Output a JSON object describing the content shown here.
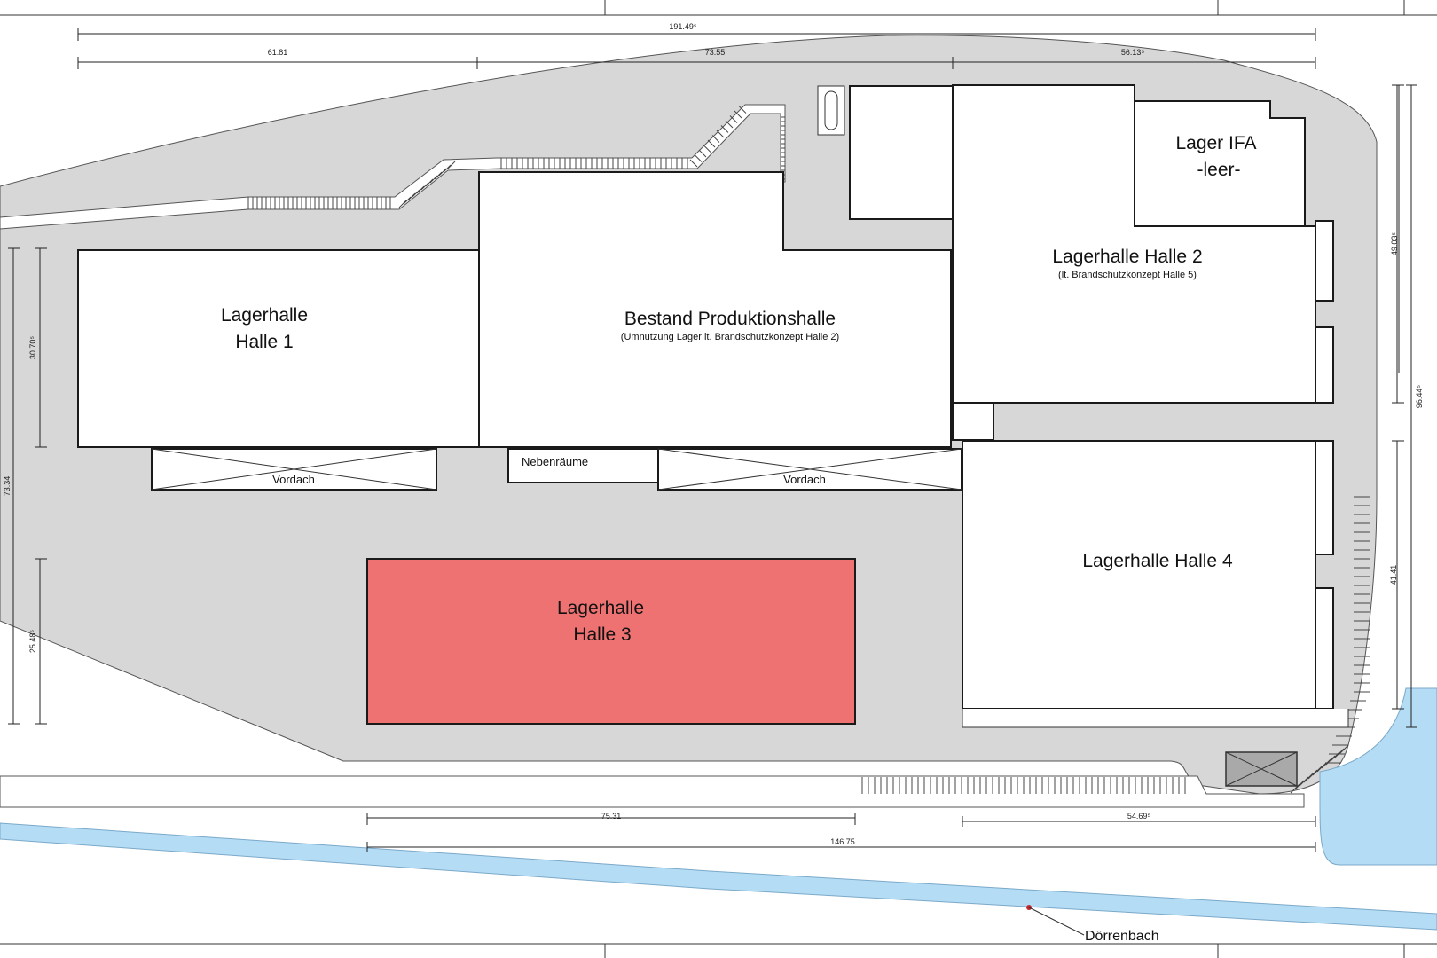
{
  "buildings": {
    "halle1": {
      "line1": "Lagerhalle",
      "line2": "Halle 1"
    },
    "produktion": {
      "title": "Bestand Produktionshalle",
      "subtitle": "(Umnutzung Lager lt. Brandschutzkonzept Halle 2)"
    },
    "halle2": {
      "title": "Lagerhalle Halle 2",
      "subtitle": "(lt. Brandschutzkonzept Halle 5)"
    },
    "lager_ifa": {
      "line1": "Lager IFA",
      "line2": "-leer-"
    },
    "halle3": {
      "line1": "Lagerhalle",
      "line2": "Halle 3"
    },
    "halle4": {
      "title": "Lagerhalle Halle 4"
    },
    "vordach_left": "Vordach",
    "vordach_right": "Vordach",
    "nebenraeume": "Nebenräume"
  },
  "river_label": "Dörrenbach",
  "dimensions": {
    "top_total": "191.49⁵",
    "top_a": "61.81",
    "top_b": "73.55",
    "top_c": "56.13⁵",
    "bottom_a": "75.31",
    "bottom_b": "54.69⁵",
    "bottom_total": "146.75",
    "left_total": "73.34",
    "left_a": "30.70⁵",
    "left_b": "25.48⁵",
    "right_a": "49.03⁵",
    "right_total": "96.44⁵",
    "right_b": "41.41"
  },
  "colors": {
    "site": "#d7d7d7",
    "highlight": "#ef7272",
    "water": "#b5dcf5"
  }
}
